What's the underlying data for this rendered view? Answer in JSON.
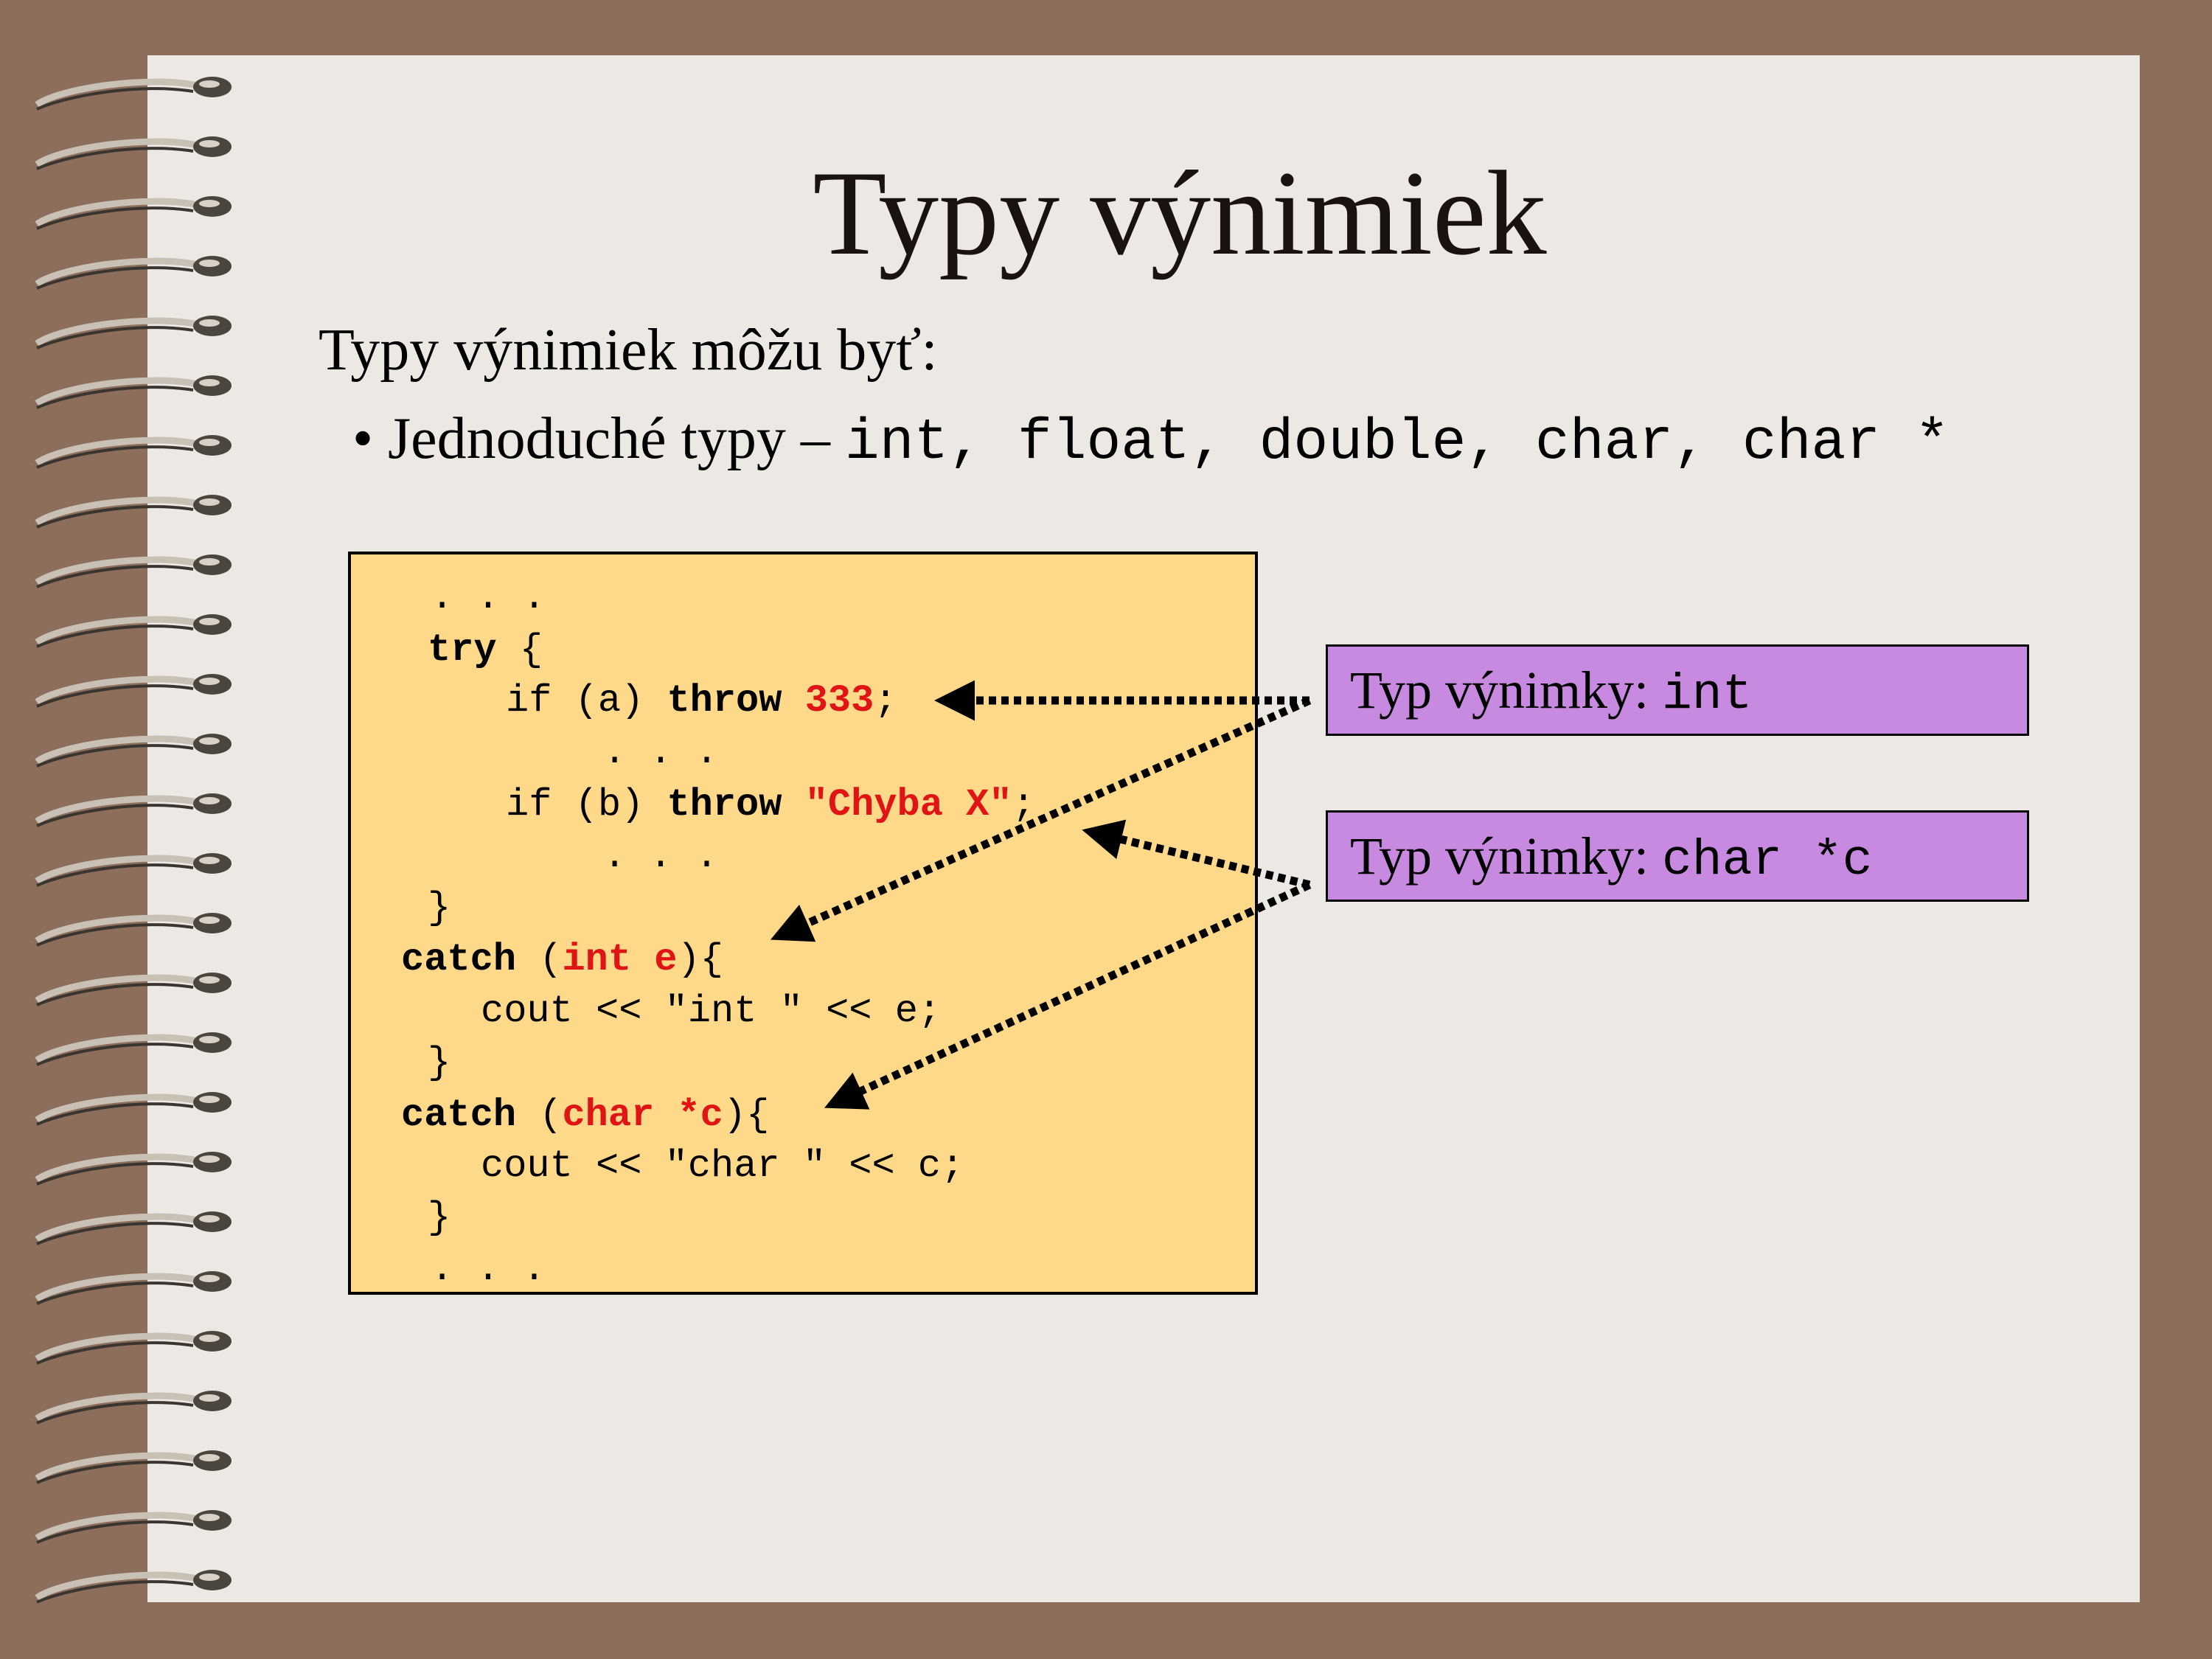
{
  "slide": {
    "title": "Typy výnimiek",
    "intro": "Typy výnimiek môžu byť:",
    "bullet": {
      "marker": "•",
      "label": "Jednoduché typy",
      "dash": " – ",
      "code": "int, float, double, char, char *"
    }
  },
  "code_lines": [
    [
      {
        "t": ". . .",
        "s": "n"
      }
    ],
    [
      {
        "t": "try",
        "s": "b"
      },
      {
        "t": " {",
        "s": "n"
      }
    ],
    [
      {
        "t": "if (a) ",
        "s": "n"
      },
      {
        "t": "throw",
        "s": "b"
      },
      {
        "t": " ",
        "s": "n"
      },
      {
        "t": "333",
        "s": "r"
      },
      {
        "t": ";",
        "s": "n"
      }
    ],
    [
      {
        "t": ". . .",
        "s": "n"
      }
    ],
    [
      {
        "t": "if (b) ",
        "s": "n"
      },
      {
        "t": "throw",
        "s": "b"
      },
      {
        "t": " ",
        "s": "n"
      },
      {
        "t": "\"Chyba X\"",
        "s": "r"
      },
      {
        "t": ";",
        "s": "n"
      }
    ],
    [
      {
        "t": ". . .",
        "s": "n"
      }
    ],
    [
      {
        "t": "}",
        "s": "n"
      }
    ],
    [
      {
        "t": "catch",
        "s": "b"
      },
      {
        "t": " (",
        "s": "n"
      },
      {
        "t": "int e",
        "s": "r"
      },
      {
        "t": "){",
        "s": "n"
      }
    ],
    [
      {
        "t": "cout << \"int \" << e;",
        "s": "n"
      }
    ],
    [
      {
        "t": "}",
        "s": "n"
      }
    ],
    [
      {
        "t": "catch",
        "s": "b"
      },
      {
        "t": " (",
        "s": "n"
      },
      {
        "t": "char *c",
        "s": "r"
      },
      {
        "t": "){",
        "s": "n"
      }
    ],
    [
      {
        "t": "cout << \"char \" << c;",
        "s": "n"
      }
    ],
    [
      {
        "t": "}",
        "s": "n"
      }
    ],
    [
      {
        "t": ". . .",
        "s": "n"
      }
    ]
  ],
  "callouts": {
    "int": {
      "label": "Typ výnimky: ",
      "code": "int"
    },
    "char": {
      "label": "Typ výnimky: ",
      "code": "char *c"
    }
  },
  "colors": {
    "background": "#8c6e5a",
    "page": "#ece8e3",
    "code_box": "#ffd98a",
    "callout": "#c88ae0",
    "highlight": "#e01414"
  },
  "icons": {
    "spiral": "spiral-binding-icon",
    "arrow": "dotted-arrow"
  }
}
